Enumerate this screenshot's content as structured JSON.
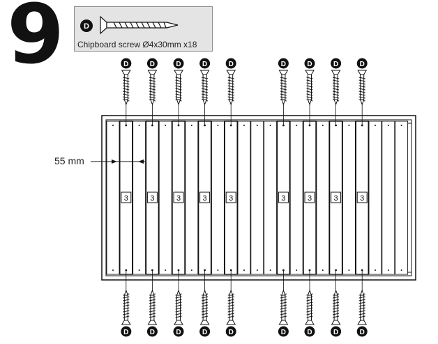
{
  "step": {
    "number": "9"
  },
  "part": {
    "badge_letter": "D",
    "caption": "Chipboard screw Ø4x30mm x18",
    "icon": "screw-icon"
  },
  "dimension": {
    "label": "55 mm"
  },
  "slat_label": "3",
  "screw_badge_letter": "D",
  "colors": {
    "ink": "#111111",
    "box_fill": "#e4e4e4",
    "slat_fill": "#ffffff"
  }
}
